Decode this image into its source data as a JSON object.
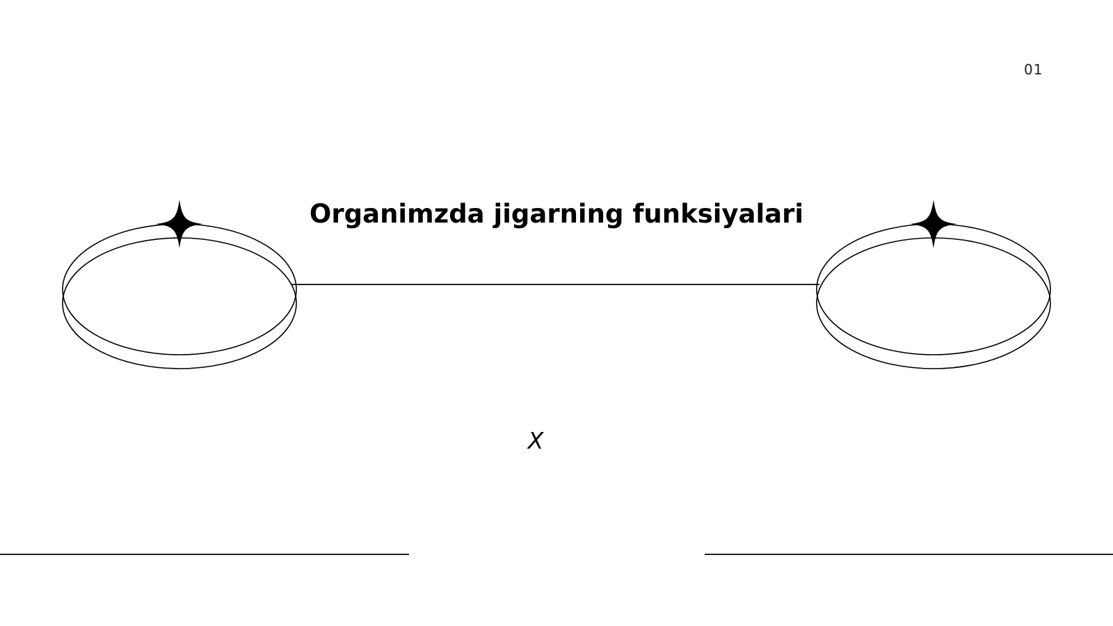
{
  "slide": {
    "number": "01",
    "title": "Organimzda jigarning funksiyalari",
    "subtitle": "X"
  },
  "colors": {
    "background": "#ffffff",
    "ink": "#000000"
  },
  "icons": [
    "sparkle-star-icon"
  ]
}
